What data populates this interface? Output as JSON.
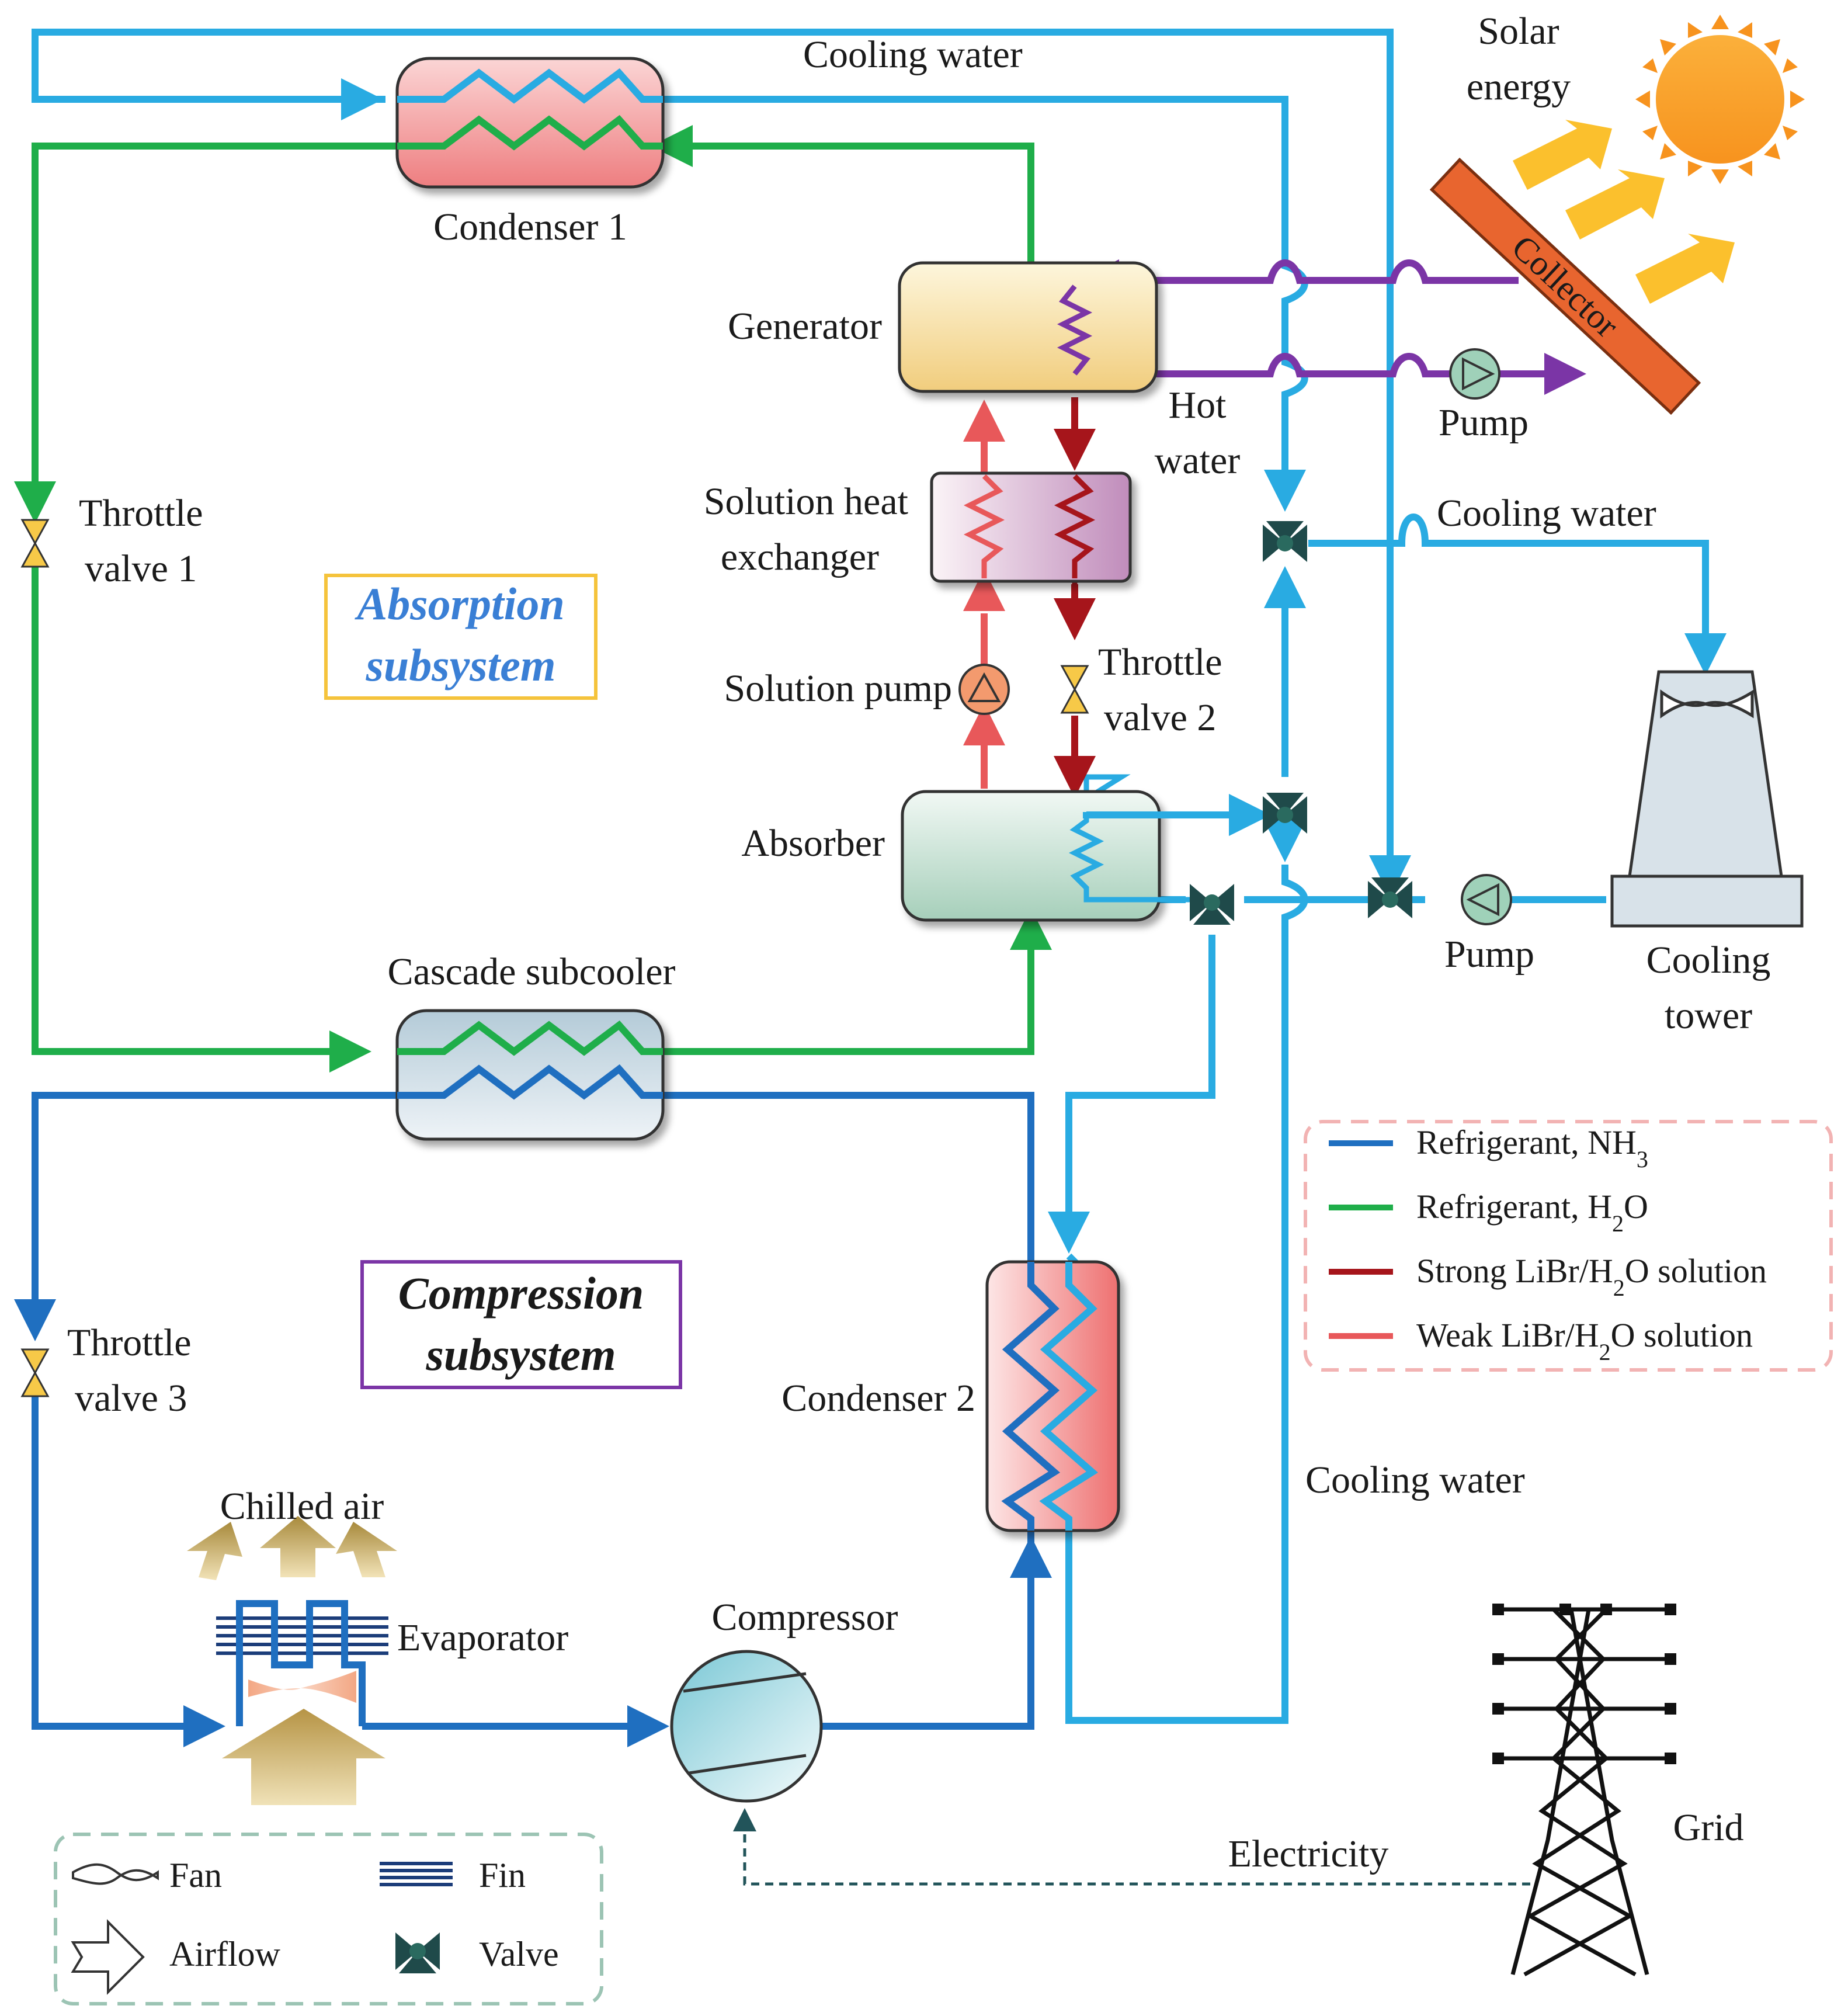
{
  "labels": {
    "cooling_water_top": "Cooling water",
    "solar_line1": "Solar",
    "solar_line2": "energy",
    "collector": "Collector",
    "condenser1": "Condenser 1",
    "generator": "Generator",
    "hot_water_line1": "Hot",
    "hot_water_line2": "water",
    "pump_top": "Pump",
    "cooling_water_right": "Cooling water",
    "solution_hx_line1": "Solution heat",
    "solution_hx_line2": "exchanger",
    "throttle1_line1": "Throttle",
    "throttle1_line2": "valve 1",
    "throttle2_line1": "Throttle",
    "throttle2_line2": "valve 2",
    "throttle3_line1": "Throttle",
    "throttle3_line2": "valve 3",
    "solution_pump": "Solution pump",
    "absorber": "Absorber",
    "pump_mid": "Pump",
    "cooling_tower_line1": "Cooling",
    "cooling_tower_line2": "tower",
    "cascade_subcooler": "Cascade subcooler",
    "condenser2": "Condenser 2",
    "cooling_water_bottom": "Cooling water",
    "chilled_air": "Chilled air",
    "evaporator": "Evaporator",
    "compressor": "Compressor",
    "electricity": "Electricity",
    "grid": "Grid"
  },
  "subsystems": {
    "absorption_line1": "Absorption",
    "absorption_line2": "subsystem",
    "compression_line1": "Compression",
    "compression_line2": "subsystem"
  },
  "legend_lines": [
    {
      "label": "Refrigerant, NH",
      "sub": "3",
      "tail": "",
      "color": "#1f6fc0"
    },
    {
      "label": "Refrigerant, H",
      "sub": "2",
      "tail": "O",
      "color": "#1fae4a"
    },
    {
      "label": "Strong LiBr/H",
      "sub": "2",
      "tail": "O solution",
      "color": "#a6151b"
    },
    {
      "label": "Weak LiBr/H",
      "sub": "2",
      "tail": "O solution",
      "color": "#e8585a"
    }
  ],
  "legend_symbols": {
    "fan": "Fan",
    "fin": "Fin",
    "airflow": "Airflow",
    "valve": "Valve"
  },
  "colors": {
    "nh3": "#1f6fc0",
    "h2o_refrigerant": "#1fae4a",
    "strong_solution": "#a6151b",
    "weak_solution": "#e8585a",
    "cooling_water": "#29abe2",
    "hot_water": "#7b35a6",
    "absorption_box": "#f5c33b",
    "compression_box": "#7b35a6",
    "legend_dash": "#f2b3b3",
    "symbol_legend_dash": "#9cc4b4"
  }
}
